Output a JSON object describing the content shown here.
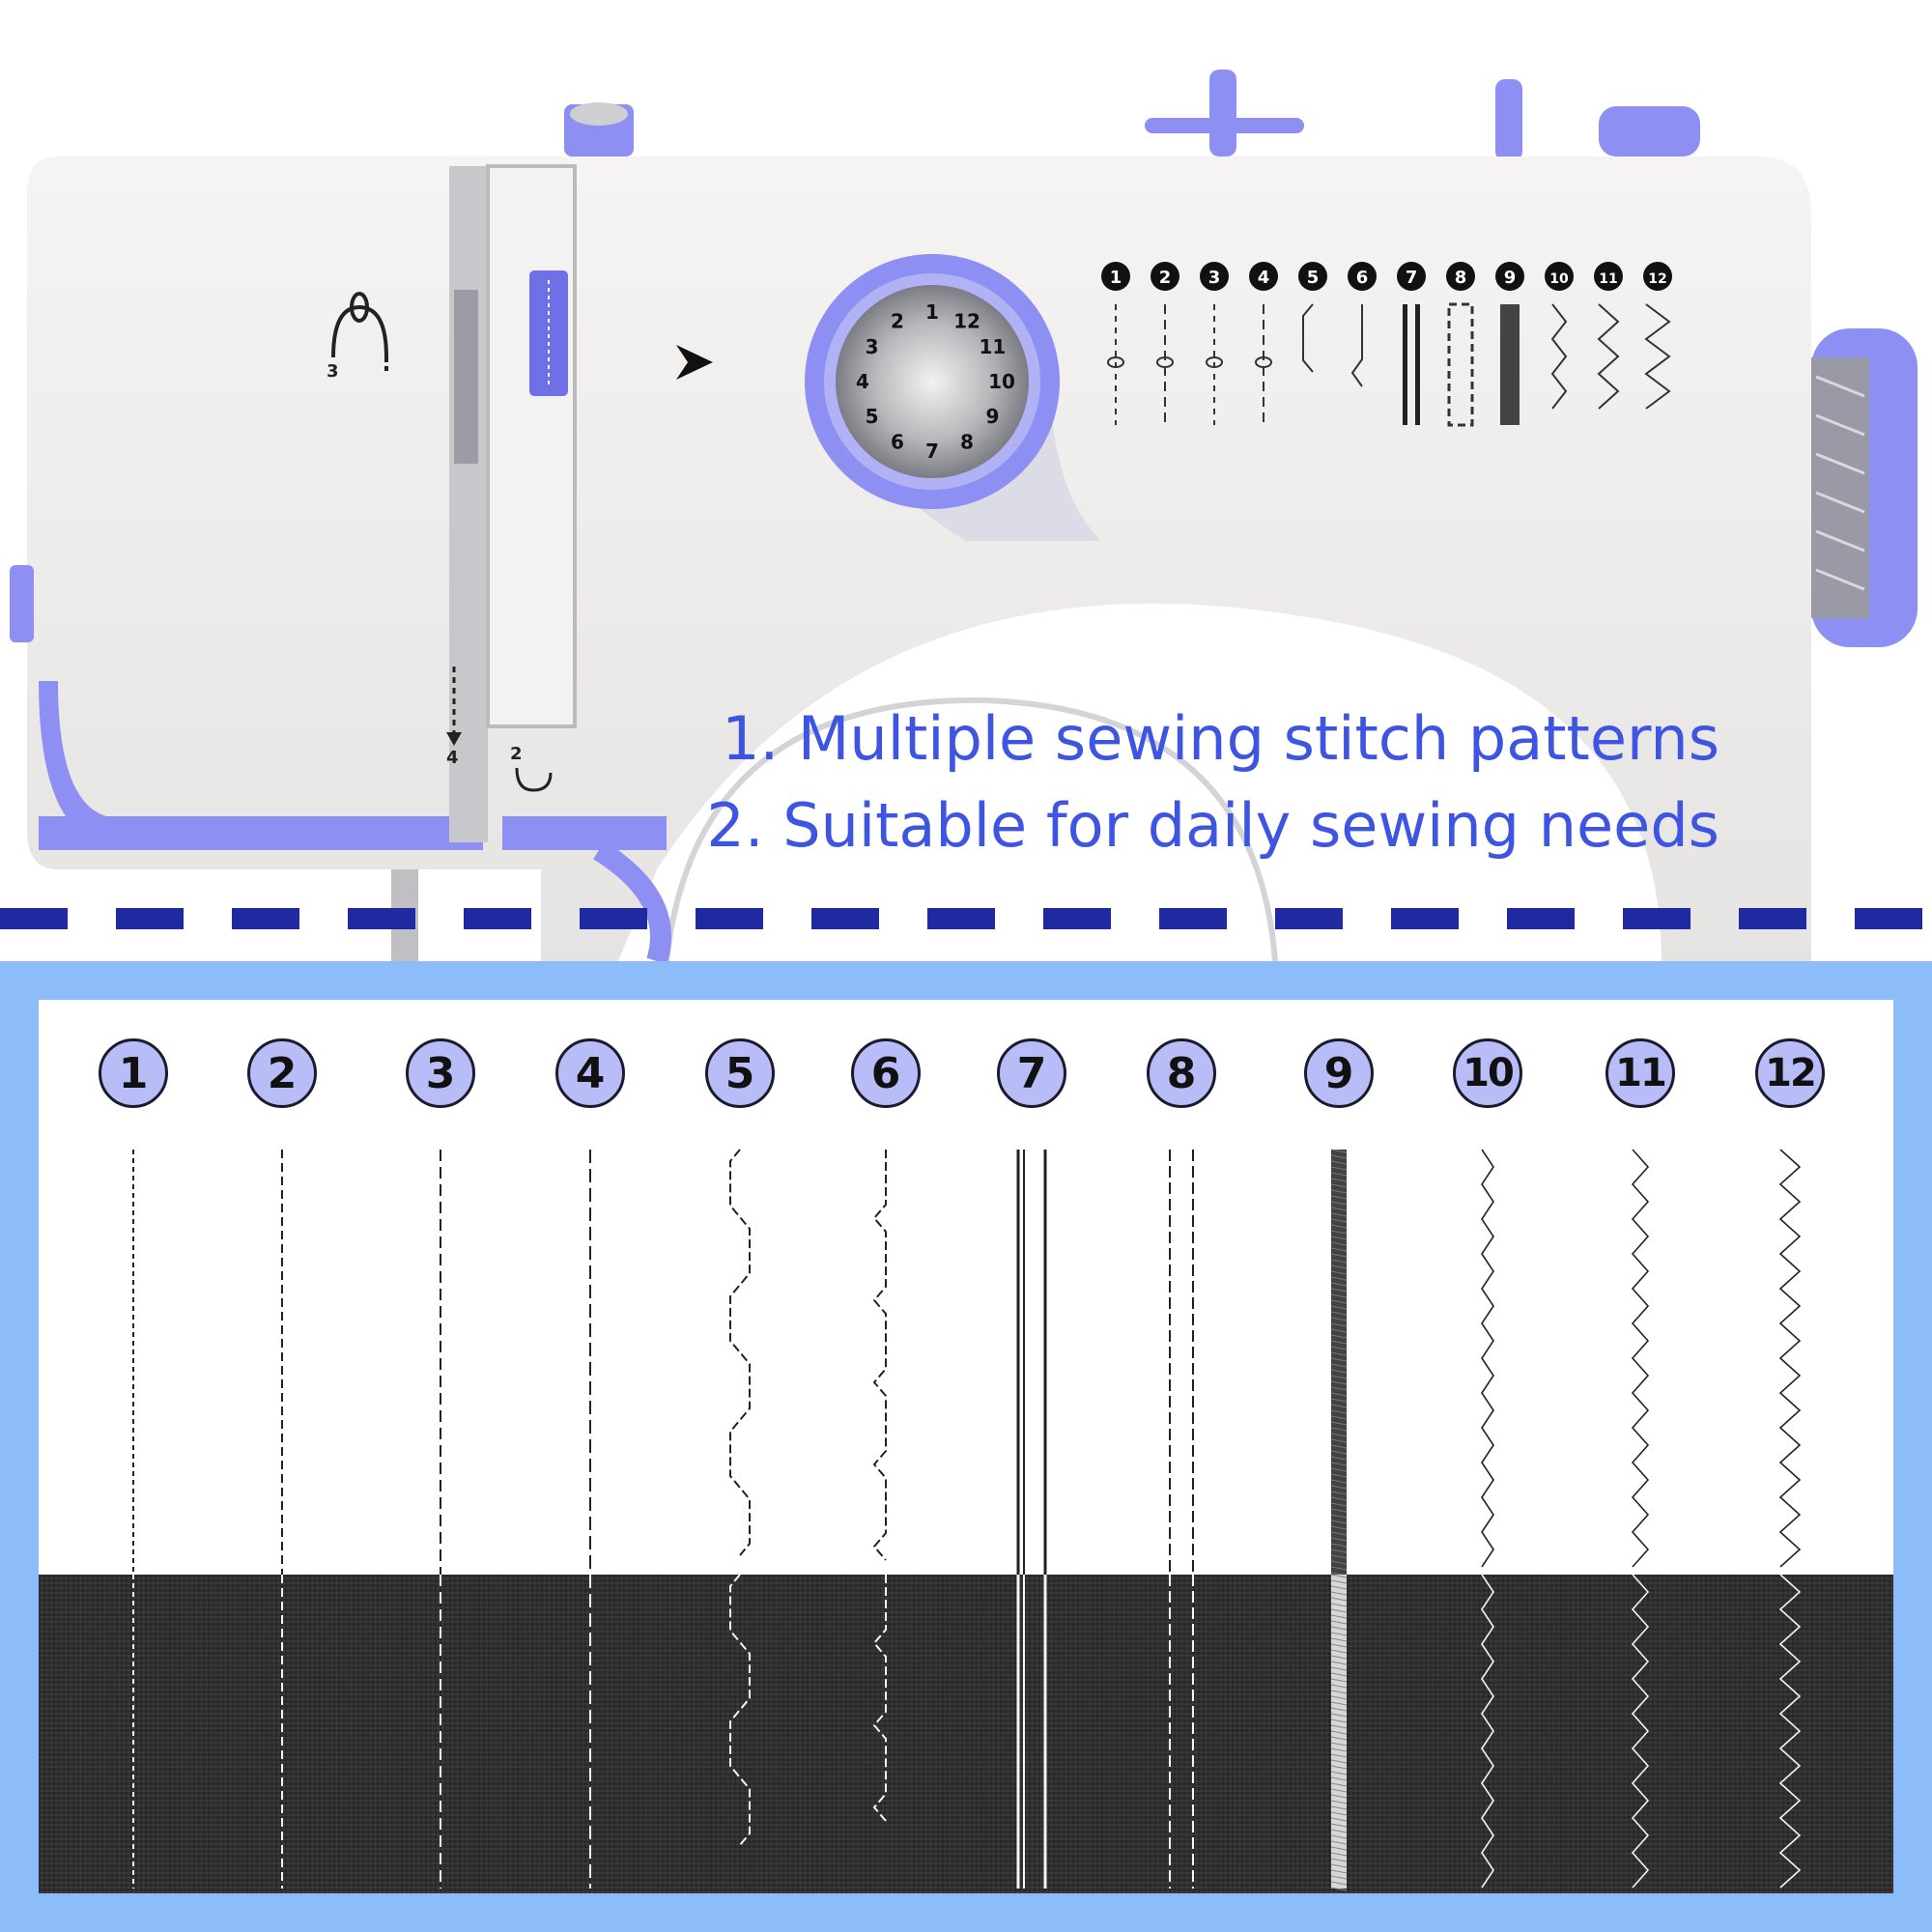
{
  "features": [
    "1. Multiple sewing stitch patterns",
    "2. Suitable for daily sewing needs"
  ],
  "dial_numbers": [
    "1",
    "2",
    "3",
    "4",
    "5",
    "6",
    "7",
    "8",
    "9",
    "10",
    "11",
    "12"
  ],
  "machine_labels": {
    "thread_guide_3": "3",
    "thread_guide_4": "4",
    "thread_guide_2": "2"
  },
  "stitch_numbers": [
    "1",
    "2",
    "3",
    "4",
    "5",
    "6",
    "7",
    "8",
    "9",
    "10",
    "11",
    "12"
  ],
  "colors": {
    "accent_text": "#3d55e0",
    "machine_purple": "#8e8ff2",
    "divider": "#1f2aa0",
    "frame": "#8cbdf9",
    "number_badge": "#b9bdf7"
  }
}
